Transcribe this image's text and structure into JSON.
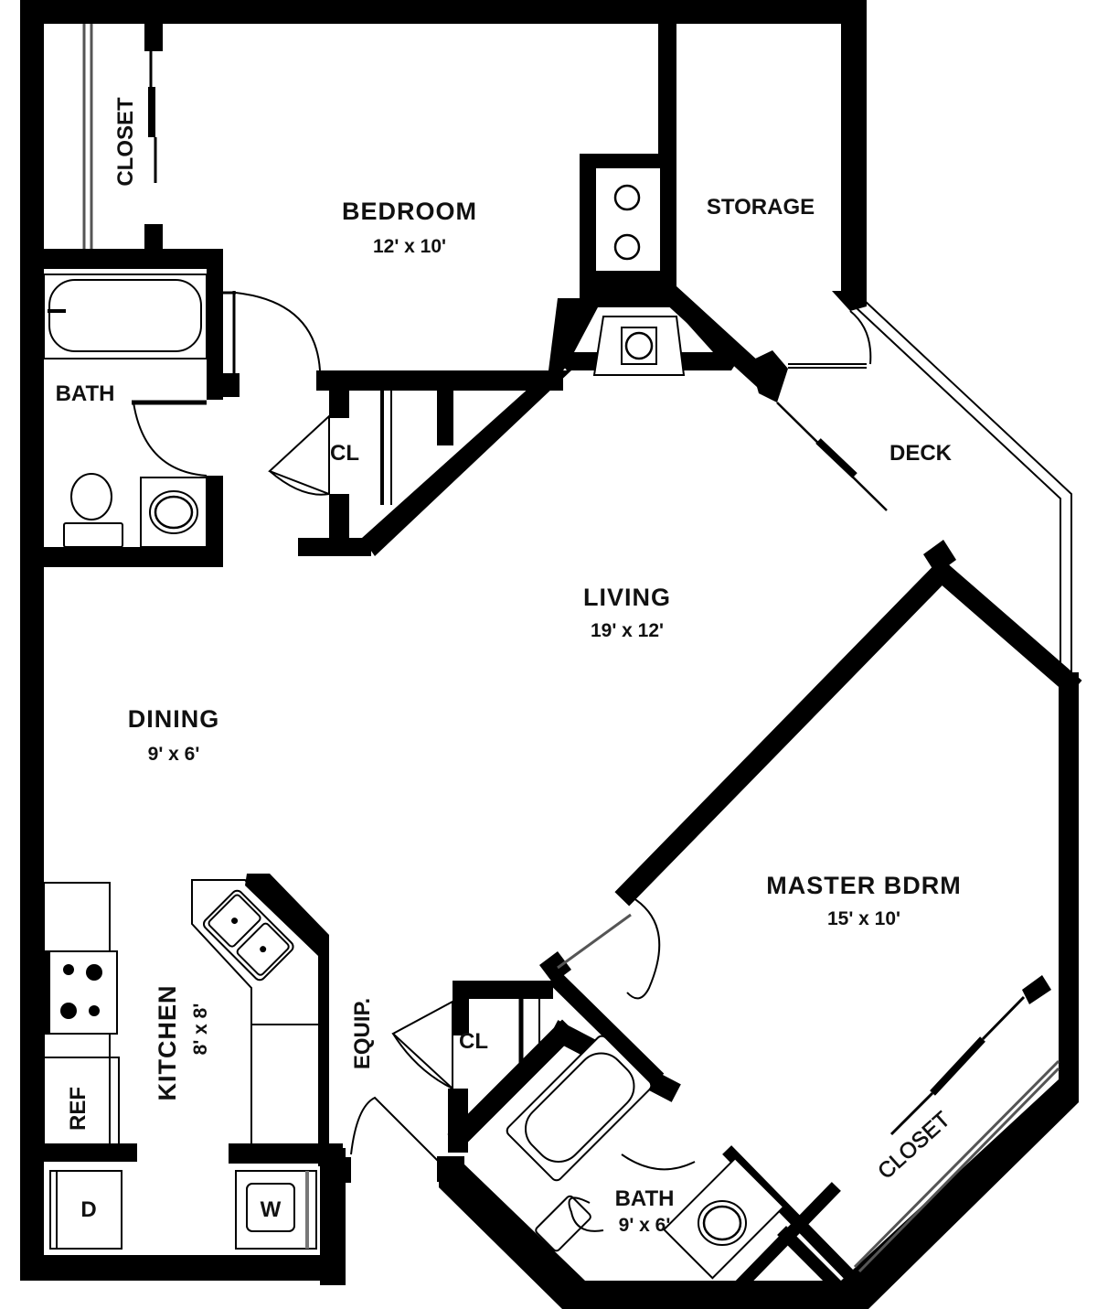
{
  "floorplan": {
    "wall_color": "#000000",
    "background_color": "#ffffff",
    "rooms": {
      "bedroom": {
        "name": "BEDROOM",
        "dims": "12' x 10'"
      },
      "storage": {
        "name": "STORAGE"
      },
      "bedroom_closet": {
        "name": "CLOSET"
      },
      "bath_1": {
        "name": "BATH"
      },
      "hall_closet": {
        "name": "CL"
      },
      "deck": {
        "name": "DECK"
      },
      "living": {
        "name": "LIVING",
        "dims": "19' x 12'"
      },
      "dining": {
        "name": "DINING",
        "dims": "9' x 6'"
      },
      "master_bedroom": {
        "name": "MASTER BDRM",
        "dims": "15' x 10'"
      },
      "kitchen": {
        "name": "KITCHEN",
        "dims": "8' x 8'"
      },
      "equipment": {
        "name": "EQUIP."
      },
      "master_closet_small": {
        "name": "CL"
      },
      "bath_2": {
        "name": "BATH",
        "dims": "9' x 6'"
      },
      "master_closet": {
        "name": "CLOSET"
      }
    },
    "fixtures": {
      "refrigerator": "REF",
      "dryer": "D",
      "washer": "W"
    }
  }
}
